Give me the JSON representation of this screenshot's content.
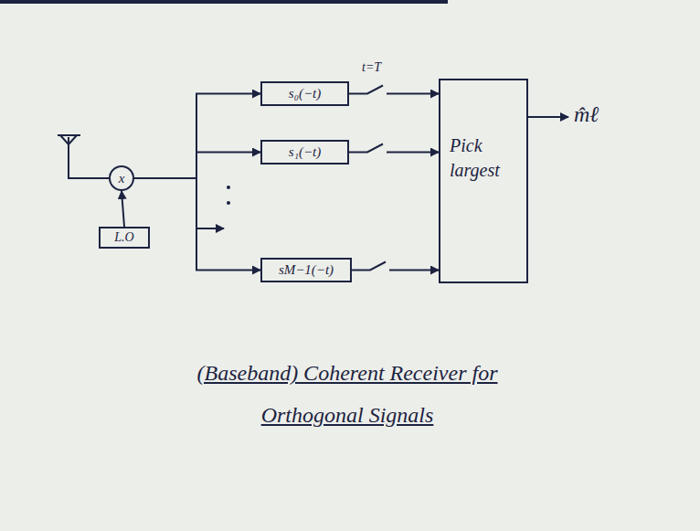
{
  "diagram": {
    "caption": "(Baseband) Coherent Receiver for Orthogonal Signals",
    "nodes": [
      {
        "text": [
          "x"
        ]
      },
      {
        "text": [
          "L.O"
        ]
      },
      {
        "text": [
          "s₀(−t)"
        ]
      },
      {
        "text": [
          "s₁(−t)"
        ]
      },
      {
        "text": [
          "sM−1(−t)"
        ]
      },
      {
        "text": [
          "Pick largest"
        ]
      }
    ],
    "edges": [
      {
        "from": 1,
        "to": 0,
        "arrow": "to"
      },
      {
        "from": 0,
        "to": 2,
        "arrow": "to"
      },
      {
        "from": 0,
        "to": 3,
        "arrow": "to"
      },
      {
        "from": 0,
        "to": 4,
        "arrow": "to"
      },
      {
        "from": 2,
        "to": 5,
        "arrow": "to"
      },
      {
        "from": 3,
        "to": 5,
        "arrow": "to"
      },
      {
        "from": 4,
        "to": 5,
        "arrow": "to"
      }
    ],
    "labels": [
      "t=T",
      "m̂ℓ"
    ]
  }
}
